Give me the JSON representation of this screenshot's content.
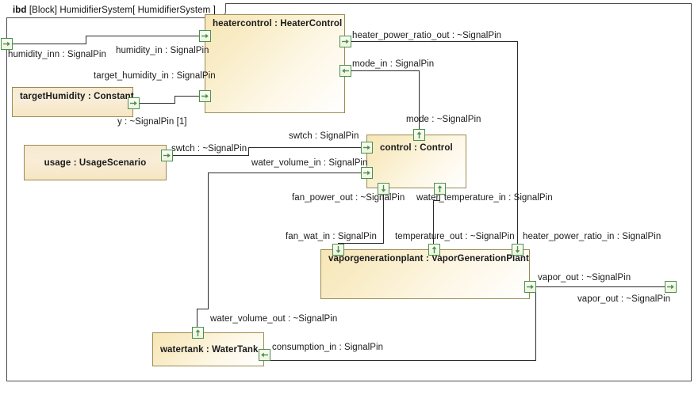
{
  "diagram": {
    "kind": "ibd",
    "header_prefix": "ibd",
    "header_stereotype": "[Block]",
    "header_block": "HumidifierSystem",
    "header_frame": "[ HumidifierSystem ]",
    "header_full": "ibd [Block] HumidifierSystem [ HumidifierSystem ]",
    "colors": {
      "part_fill": "#f6e7ba",
      "part_border": "#9a8b55",
      "port_border": "#4e8f4e",
      "port_arrow": "#4e8f4e",
      "connector": "#2b2b2b",
      "frame_border": "#4d4d4d",
      "canvas": "#ffffff"
    }
  },
  "parts": [
    {
      "id": "heatercontrol",
      "label": "heatercontrol : HeaterControl"
    },
    {
      "id": "targethumidity",
      "label": "targetHumidity : Constant"
    },
    {
      "id": "usage",
      "label": "usage : UsageScenario"
    },
    {
      "id": "control",
      "label": "control : Control"
    },
    {
      "id": "vaporgenerationplant",
      "label": "vaporgenerationplant : VaporGenerationPlant"
    },
    {
      "id": "watertank",
      "label": "watertank : WaterTank"
    }
  ],
  "ports": [
    {
      "id": "frame-humidity-inn",
      "label": "humidity_inn : SignalPin",
      "direction": "in"
    },
    {
      "id": "frame-vapor-out",
      "label": "vapor_out : ~SignalPin",
      "direction": "out"
    },
    {
      "id": "hc-humidity-in",
      "label": "humidity_in : SignalPin",
      "direction": "in"
    },
    {
      "id": "hc-target-humidity-in",
      "label": "target_humidity_in : SignalPin",
      "direction": "in"
    },
    {
      "id": "hc-heater-power-ratio-out",
      "label": "heater_power_ratio_out : ~SignalPin",
      "direction": "out"
    },
    {
      "id": "hc-mode-in",
      "label": "mode_in : SignalPin",
      "direction": "in"
    },
    {
      "id": "th-y",
      "label": "y : ~SignalPin [1]",
      "direction": "out"
    },
    {
      "id": "usage-swtch",
      "label": "swtch : ~SignalPin",
      "direction": "out"
    },
    {
      "id": "ctrl-swtch-in",
      "label": "swtch : SignalPin",
      "direction": "in"
    },
    {
      "id": "ctrl-water-volume-in",
      "label": "water_volume_in : SignalPin",
      "direction": "in"
    },
    {
      "id": "ctrl-mode-out",
      "label": "mode : ~SignalPin",
      "direction": "out"
    },
    {
      "id": "ctrl-fan-power-out",
      "label": "fan_power_out : ~SignalPin",
      "direction": "out"
    },
    {
      "id": "ctrl-water-temperature-in",
      "label": "water_temperature_in : SignalPin",
      "direction": "in"
    },
    {
      "id": "vgp-fan-wat-in",
      "label": "fan_wat_in : SignalPin",
      "direction": "in"
    },
    {
      "id": "vgp-temperature-out",
      "label": "temperature_out : ~SignalPin",
      "direction": "out"
    },
    {
      "id": "vgp-heater-power-ratio-in",
      "label": "heater_power_ratio_in : SignalPin",
      "direction": "in"
    },
    {
      "id": "vgp-vapor-out",
      "label": "vapor_out : ~SignalPin",
      "direction": "out"
    },
    {
      "id": "wt-water-volume-out",
      "label": "water_volume_out : ~SignalPin",
      "direction": "out"
    },
    {
      "id": "wt-consumption-in",
      "label": "consumption_in : SignalPin",
      "direction": "in"
    }
  ],
  "connectors": [
    {
      "id": "c-humidity",
      "from": "frame-humidity-inn",
      "to": "hc-humidity-in"
    },
    {
      "id": "c-target-humidity",
      "from": "th-y",
      "to": "hc-target-humidity-in"
    },
    {
      "id": "c-heater-power",
      "from": "hc-heater-power-ratio-out",
      "to": "vgp-heater-power-ratio-in"
    },
    {
      "id": "c-mode",
      "from": "ctrl-mode-out",
      "to": "hc-mode-in"
    },
    {
      "id": "c-swtch",
      "from": "usage-swtch",
      "to": "ctrl-swtch-in"
    },
    {
      "id": "c-water-volume",
      "from": "wt-water-volume-out",
      "to": "ctrl-water-volume-in"
    },
    {
      "id": "c-fan-power",
      "from": "ctrl-fan-power-out",
      "to": "vgp-fan-wat-in"
    },
    {
      "id": "c-temperature",
      "from": "vgp-temperature-out",
      "to": "ctrl-water-temperature-in"
    },
    {
      "id": "c-vapor",
      "from": "vgp-vapor-out",
      "to": "frame-vapor-out"
    },
    {
      "id": "c-consumption",
      "from": "vgp-vapor-out",
      "to": "wt-consumption-in"
    }
  ]
}
